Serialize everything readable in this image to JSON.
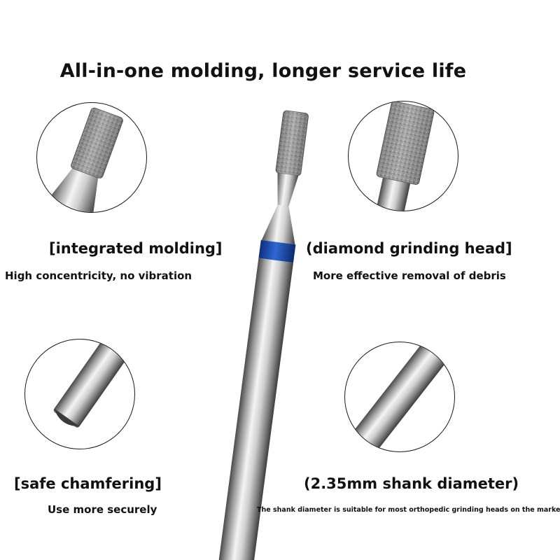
{
  "title": "All-in-one molding, longer service life",
  "features": [
    {
      "heading": "[integrated molding]",
      "description": "High concentricity, no vibration"
    },
    {
      "heading": "(diamond grinding head]",
      "description": "More effective removal of debris"
    },
    {
      "heading": "[safe chamfering]",
      "description": "Use more securely"
    },
    {
      "heading": "(2.35mm shank diameter)",
      "description": "The shank diameter is suitable for most orthopedic grinding heads on the market"
    }
  ],
  "colors": {
    "band": "#1a4fb5",
    "steel_light": "#e9e9e9",
    "steel_dark": "#5c5c5c",
    "diamond": "#8a8a8a"
  }
}
